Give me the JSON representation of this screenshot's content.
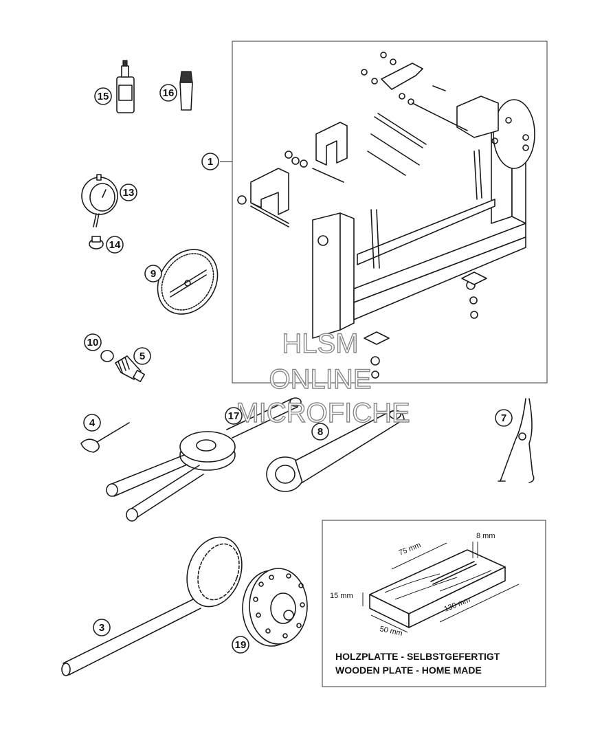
{
  "callouts": [
    {
      "id": "1",
      "label": "1"
    },
    {
      "id": "3",
      "label": "3"
    },
    {
      "id": "4",
      "label": "4"
    },
    {
      "id": "5",
      "label": "5"
    },
    {
      "id": "7",
      "label": "7"
    },
    {
      "id": "8",
      "label": "8"
    },
    {
      "id": "9",
      "label": "9"
    },
    {
      "id": "10",
      "label": "10"
    },
    {
      "id": "13",
      "label": "13"
    },
    {
      "id": "14",
      "label": "14"
    },
    {
      "id": "15",
      "label": "15"
    },
    {
      "id": "16",
      "label": "16"
    },
    {
      "id": "17",
      "label": "17"
    },
    {
      "id": "19",
      "label": "19"
    }
  ],
  "wooden_plate": {
    "dims": {
      "width_top": "75 mm",
      "slot": "8 mm",
      "thickness": "15 mm",
      "length": "130 mm",
      "width_bottom": "50 mm"
    },
    "caption_de": "HOLZPLATTE - SELBSTGEFERTIGT",
    "caption_en": "WOODEN PLATE - HOME MADE"
  },
  "watermark": {
    "line1": "HLSM",
    "line2": "ONLINE",
    "line3": "MICROFICHE"
  }
}
